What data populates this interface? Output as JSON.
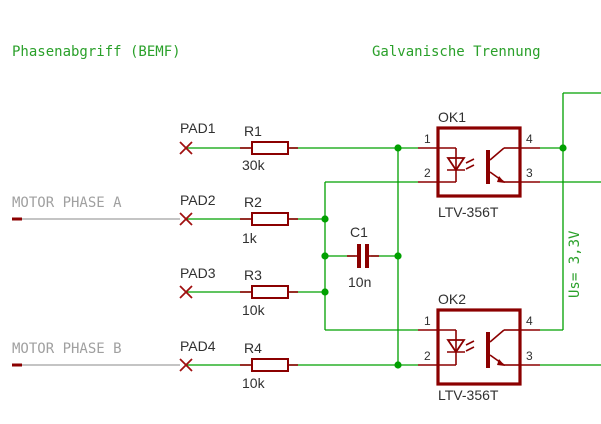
{
  "headings": {
    "left": "Phasenabgriff (BEMF)",
    "right": "Galvanische Trennung"
  },
  "nets": {
    "phase_a": "MOTOR PHASE A",
    "phase_b": "MOTOR PHASE B",
    "supply": "Us= 3,3V"
  },
  "pads": [
    "PAD1",
    "PAD2",
    "PAD3",
    "PAD4"
  ],
  "resistors": [
    {
      "ref": "R1",
      "value": "30k"
    },
    {
      "ref": "R2",
      "value": "1k"
    },
    {
      "ref": "R3",
      "value": "10k"
    },
    {
      "ref": "R4",
      "value": "10k"
    }
  ],
  "capacitor": {
    "ref": "C1",
    "value": "10n"
  },
  "optocouplers": [
    {
      "ref": "OK1",
      "part": "LTV-356T",
      "pins": [
        "1",
        "2",
        "3",
        "4"
      ]
    },
    {
      "ref": "OK2",
      "part": "LTV-356T",
      "pins": [
        "1",
        "2",
        "3",
        "4"
      ]
    }
  ],
  "colors": {
    "wire": "#00a000",
    "component": "#8b0000",
    "net_label": "#a0a0a0",
    "sheet_label": "#2aa02a"
  }
}
